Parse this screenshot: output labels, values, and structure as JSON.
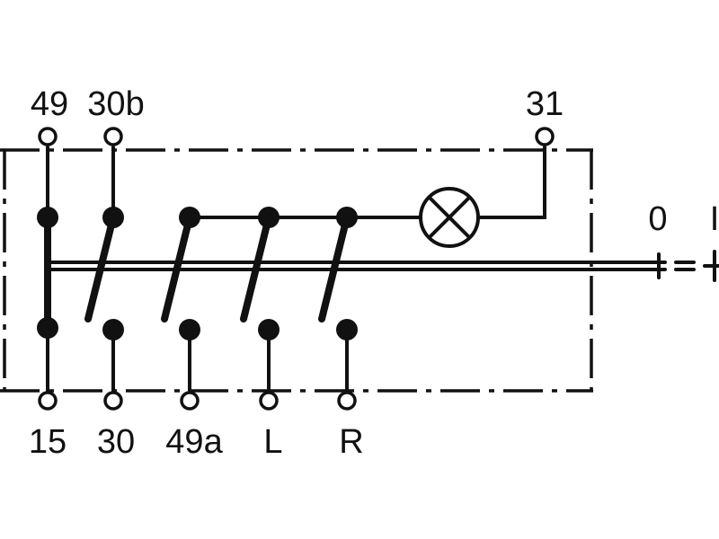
{
  "diagram": {
    "terminals_top": {
      "t49": "49",
      "t30b": "30b",
      "t31": "31"
    },
    "terminals_bottom": {
      "t15": "15",
      "t30": "30",
      "t49a": "49a",
      "tL": "L",
      "tR": "R"
    },
    "positions": {
      "p0": "0",
      "p1": "I"
    }
  },
  "colors": {
    "ink": "#111111",
    "paper": "#ffffff"
  },
  "icons": {
    "lamp": "lamp-icon",
    "terminal": "terminal-circle-icon"
  }
}
